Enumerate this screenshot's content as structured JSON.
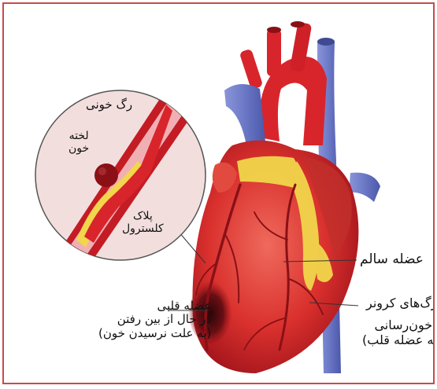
{
  "labels": {
    "blood_vessel": "رگ خونی",
    "blood_clot_line1": "لخته",
    "blood_clot_line2": "خون",
    "plaque_line1": "پلاک",
    "plaque_line2": "کلسترول",
    "healthy_muscle": "عضله سالم",
    "coronary_line1": "رگ‌های کرونر",
    "coronary_line2": "(خون‌رسانی",
    "coronary_line3": "به عضله قلب)",
    "dying_line1": "عضله قلبی",
    "dying_line2": "در حال از بین رفتن",
    "dying_line3": "(به علت نرسیدن خون)"
  },
  "colors": {
    "frame": "#c94a4a",
    "heart_red": "#d8252b",
    "heart_dark": "#a3151c",
    "vein_blue": "#6b78c6",
    "fat_yellow": "#f2d64b",
    "magnifier_bg": "#f3dede",
    "vessel_pink": "#f0b0b3"
  }
}
